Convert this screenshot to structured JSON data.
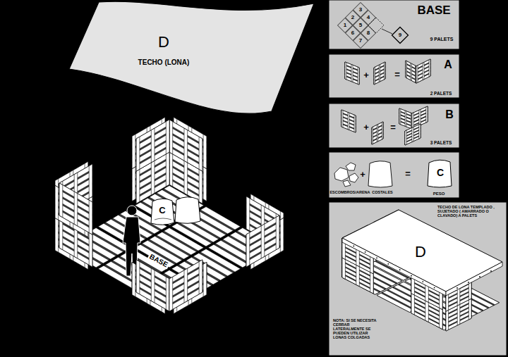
{
  "diagram": {
    "nodes": [
      {
        "text": [
          "D",
          "TECHO (LONA)"
        ]
      },
      {
        "text": [
          "C"
        ]
      },
      {
        "text": [
          "BASE"
        ]
      },
      {
        "text": [
          "BASE",
          "9 PALETS"
        ]
      },
      {
        "text": [
          "3"
        ],
        "in": 3
      },
      {
        "text": [
          "2"
        ],
        "in": 3
      },
      {
        "text": [
          "4"
        ],
        "in": 3
      },
      {
        "text": [
          "1"
        ],
        "in": 3
      },
      {
        "text": [
          "5"
        ],
        "in": 3
      },
      {
        "text": [
          "6"
        ],
        "in": 3
      },
      {
        "text": [
          "8"
        ],
        "in": 3
      },
      {
        "text": [
          "7"
        ],
        "in": 3
      },
      {
        "text": [
          "9"
        ],
        "in": 3
      },
      {
        "text": [
          "A",
          "2 PALETS"
        ]
      },
      {
        "text": [
          "B",
          "3 PALETS"
        ]
      },
      {
        "text": [
          "ESCOMBROS/ARENA",
          "COSTALES",
          "PESO"
        ]
      },
      {
        "text": [
          "C"
        ],
        "in": 15
      },
      {
        "text": [
          "TECHO DE LONA TEMPLADO , SUJETADO ( AMARRADO O CLAVADO) A PALETS",
          "NOTA: SI SE NECESITA CERRAR LATERALMENTE SE PUEDEN UTILIZAR LONAS COLGADAS"
        ]
      },
      {
        "text": [
          "D"
        ],
        "in": 17
      }
    ],
    "labels": [
      "+",
      "=",
      "+",
      "=",
      "+",
      "="
    ]
  }
}
